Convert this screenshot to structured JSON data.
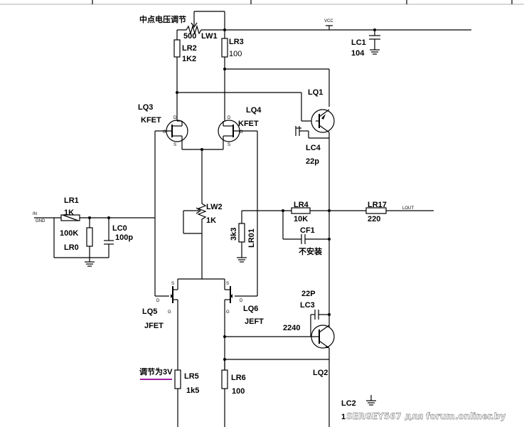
{
  "labels": {
    "midpoint_adjust": "中点电压调节",
    "lw1_value": "500",
    "lw1_name": "LW1",
    "lr2_name": "LR2",
    "lr2_value": "1K2",
    "lr3_name": "LR3",
    "lr3_value": "100",
    "vcc": "VCC",
    "lc1_name": "LC1",
    "lc1_value": "104",
    "lq1_name": "LQ1",
    "lq3_name": "LQ3",
    "lq3_type": "KFET",
    "lq4_name": "LQ4",
    "lq4_type": "KFET",
    "lc4_name": "LC4",
    "lc4_value": "22p",
    "lr1_name": "LR1",
    "lr1_value": "1K",
    "in_label": "IN",
    "gnd_label": "GND",
    "lr0_value": "100K",
    "lr0_name": "LR0",
    "lc0_name": "LC0",
    "lc0_value": "100p",
    "lw2_name": "LW2",
    "lw2_value": "1K",
    "lr01_value": "3k3",
    "lr01_name": "LR01",
    "lr4_name": "LR4",
    "lr4_value": "10K",
    "cf1_name": "CF1",
    "cf1_note": "不安装",
    "lr17_name": "LR17",
    "lr17_value": "220",
    "lout": "LOUT",
    "lc3_value": "22P",
    "lc3_name": "LC3",
    "lq2_value": "2240",
    "lq2_name": "LQ2",
    "lq5_name": "LQ5",
    "lq5_type": "JFET",
    "lq6_name": "LQ6",
    "lq6_type": "JEFT",
    "adjust_3v": "调节为3V",
    "lr5_name": "LR5",
    "lr5_value": "1k5",
    "lr6_name": "LR6",
    "lr6_value": "100",
    "lc2_name": "LC2",
    "lc2_partial": "1",
    "watermark": "SERGEY567 для forum.onliner.by",
    "pin_d": "D",
    "pin_g": "G",
    "pin_s": "S"
  },
  "colors": {
    "wire": "#000000",
    "annotation_underline": "#a020a0"
  }
}
